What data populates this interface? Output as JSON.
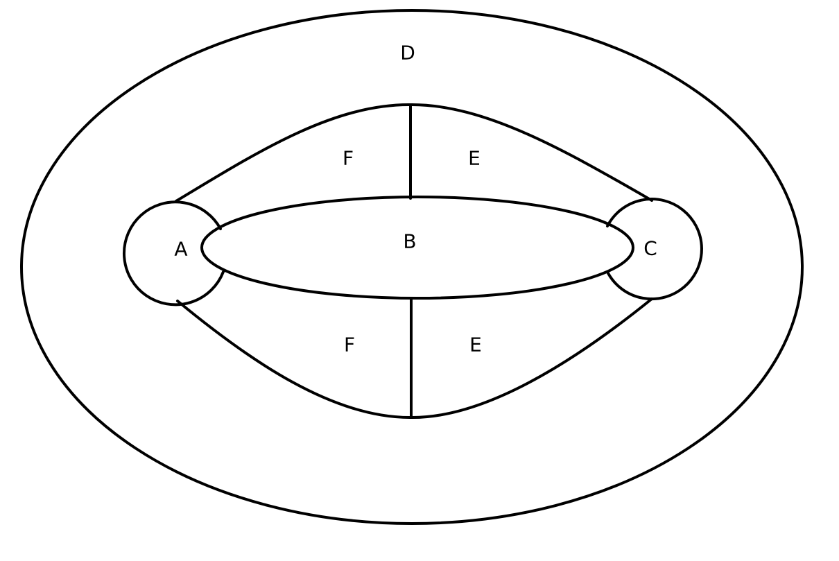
{
  "diagram": {
    "line_color": "#000000",
    "background_color": "#ffffff",
    "labels": {
      "region_a": "A",
      "region_b": "B",
      "region_c": "C",
      "region_d": "D",
      "region_f_upper": "F",
      "region_e_upper": "E",
      "region_f_lower": "F",
      "region_e_lower": "E"
    }
  }
}
